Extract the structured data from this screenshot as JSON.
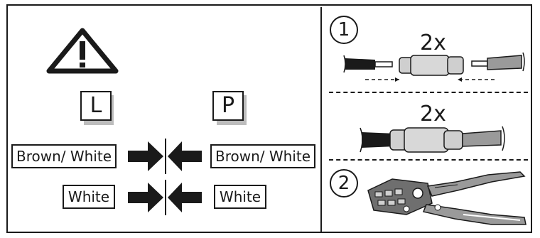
{
  "left_panel": {
    "warning_icon": "warning-triangle-icon",
    "left_letter": "L",
    "right_letter": "P",
    "row1": {
      "left_label": "Brown/ White",
      "right_label": "Brown/ White"
    },
    "row2": {
      "left_label": "White",
      "right_label": "White"
    }
  },
  "right_panel": {
    "step1": {
      "number": "1",
      "quantity": "2x"
    },
    "step1b": {
      "quantity": "2x"
    },
    "step2": {
      "number": "2"
    }
  },
  "colors": {
    "ink": "#1a1a1a",
    "shadow": "#bdbdbd",
    "sleeve": "#cfcfcf"
  }
}
